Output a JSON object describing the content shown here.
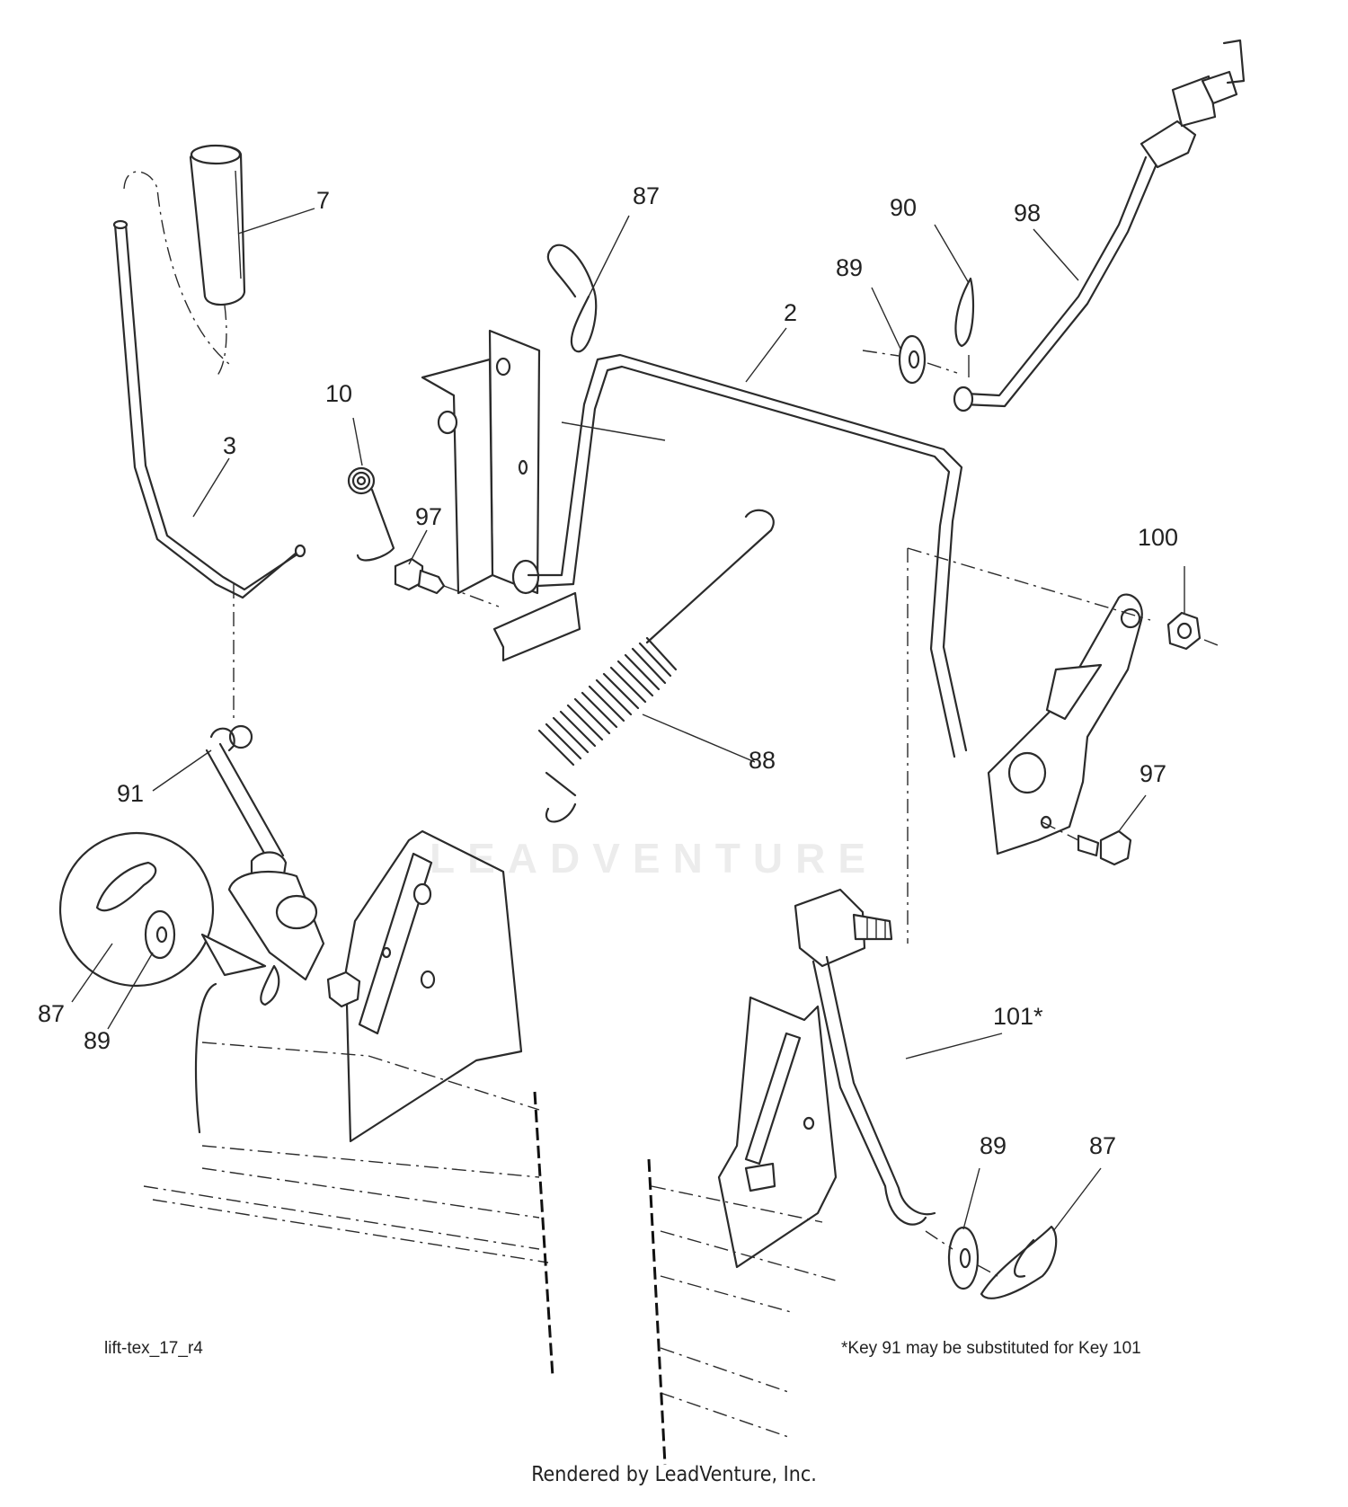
{
  "diagram": {
    "callouts": [
      "7",
      "87",
      "90",
      "98",
      "89",
      "2",
      "10",
      "3",
      "97",
      "100",
      "88",
      "91",
      "97",
      "87",
      "89",
      "101*",
      "89",
      "87"
    ],
    "drawing_code": "lift-tex_17_r4",
    "note": "*Key 91 may be substituted for Key 101",
    "footer": "Rendered by LeadVenture, Inc.",
    "watermark": "LEADVENTURE"
  }
}
